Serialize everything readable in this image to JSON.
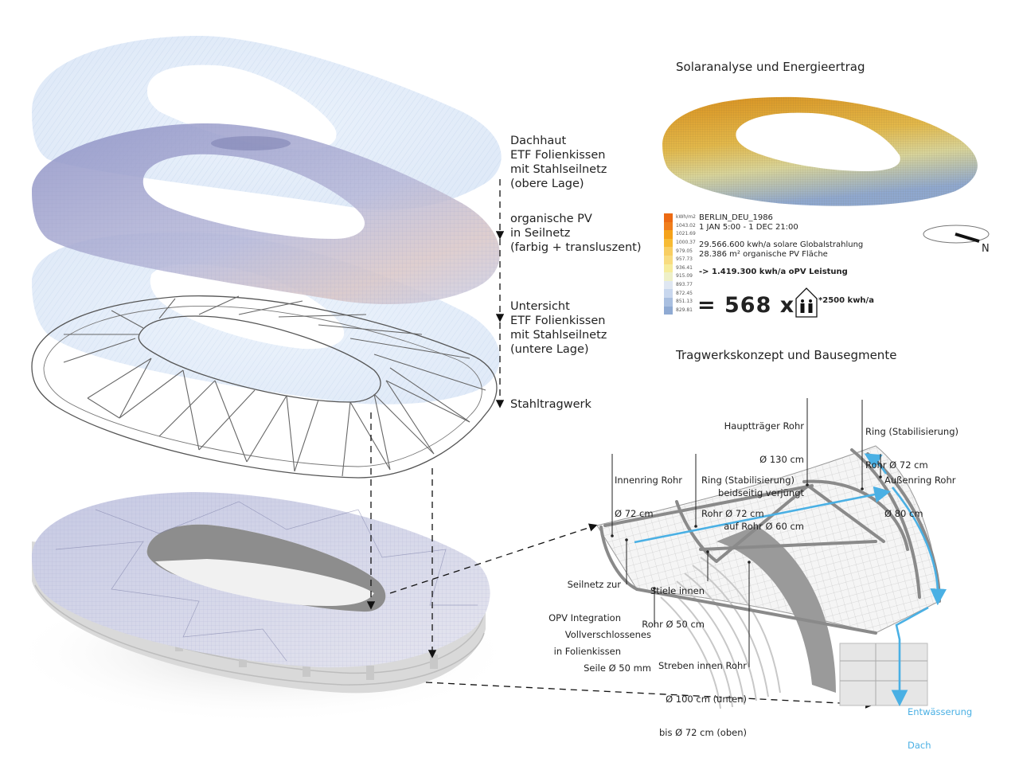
{
  "exploded_view": {
    "layers": [
      {
        "id": "dachhaut",
        "lines": [
          "Dachhaut",
          "ETF Folienkissen",
          "mit Stahlseilnetz",
          "(obere Lage)"
        ]
      },
      {
        "id": "opv",
        "lines": [
          "organische PV",
          "in Seilnetz",
          "(farbig + transluszent)"
        ]
      },
      {
        "id": "untersicht",
        "lines": [
          "Untersicht",
          "ETF Folienkissen",
          "mit Stahlseilnetz",
          "(untere Lage)"
        ]
      },
      {
        "id": "stahltragwerk",
        "lines": [
          "Stahltragwerk"
        ]
      }
    ]
  },
  "solar": {
    "title": "Solaranalyse und Energieertrag",
    "legend_unit": "kWh/m2",
    "legend": [
      {
        "value": "1043.02",
        "color": "#f07e1c"
      },
      {
        "value": "1021.69",
        "color": "#f5a21a"
      },
      {
        "value": "1000.37",
        "color": "#f7bb34"
      },
      {
        "value": "979.05",
        "color": "#f8ce62"
      },
      {
        "value": "957.73",
        "color": "#f8dc80"
      },
      {
        "value": "936.41",
        "color": "#f6ec9c"
      },
      {
        "value": "915.09",
        "color": "#eef0c8"
      },
      {
        "value": "893.77",
        "color": "#dfe7f2"
      },
      {
        "value": "872.45",
        "color": "#c8d7ee"
      },
      {
        "value": "851.13",
        "color": "#a9bfe0"
      },
      {
        "value": "829.81",
        "color": "#8faad3"
      }
    ],
    "top_swatch_color": "#ec6a12",
    "location": "BERLIN_DEU_1986",
    "period": "1 JAN 5:00 - 1 DEC 21:00",
    "global_radiation": "29.566.600 kwh/a solare Globalstrahlung",
    "pv_area": "28.386 m² organische PV Fläche",
    "opv_output": "-> 1.419.300 kwh/a oPV Leistung",
    "households": "= 568 x",
    "household_note": "*2500 kwh/a",
    "compass_label": "N"
  },
  "structure": {
    "title": "Tragwerkskonzept und Bausegmente",
    "labels": {
      "haupttraeger": [
        "Hauptträger Rohr",
        "Ø 130 cm",
        "beidseitig verjüngt",
        "auf Rohr Ø 60 cm"
      ],
      "ring_top": [
        "Ring (Stabilisierung)",
        "Rohr Ø 72 cm"
      ],
      "innenring": [
        "Innenring Rohr",
        "Ø 72 cm"
      ],
      "ring_mid": [
        "Ring (Stabilisierung)",
        "Rohr Ø 72 cm"
      ],
      "aussenring": [
        "Außenring Rohr",
        "Ø 80 cm"
      ],
      "seilnetz": [
        "Seilnetz zur",
        "OPV Integration",
        "in Folienkissen"
      ],
      "stiele": [
        "Stiele innen",
        "Rohr Ø 50 cm"
      ],
      "seile": [
        "Vollverschlossenes",
        "Seile Ø 50 mm"
      ],
      "streben": [
        "Streben innen Rohr",
        "Ø 100 cm (unten)",
        "bis Ø 72 cm (oben)"
      ],
      "entwaesserung": [
        "Entwässerung",
        "Dach"
      ]
    },
    "accent_color": "#4ab0e4"
  }
}
